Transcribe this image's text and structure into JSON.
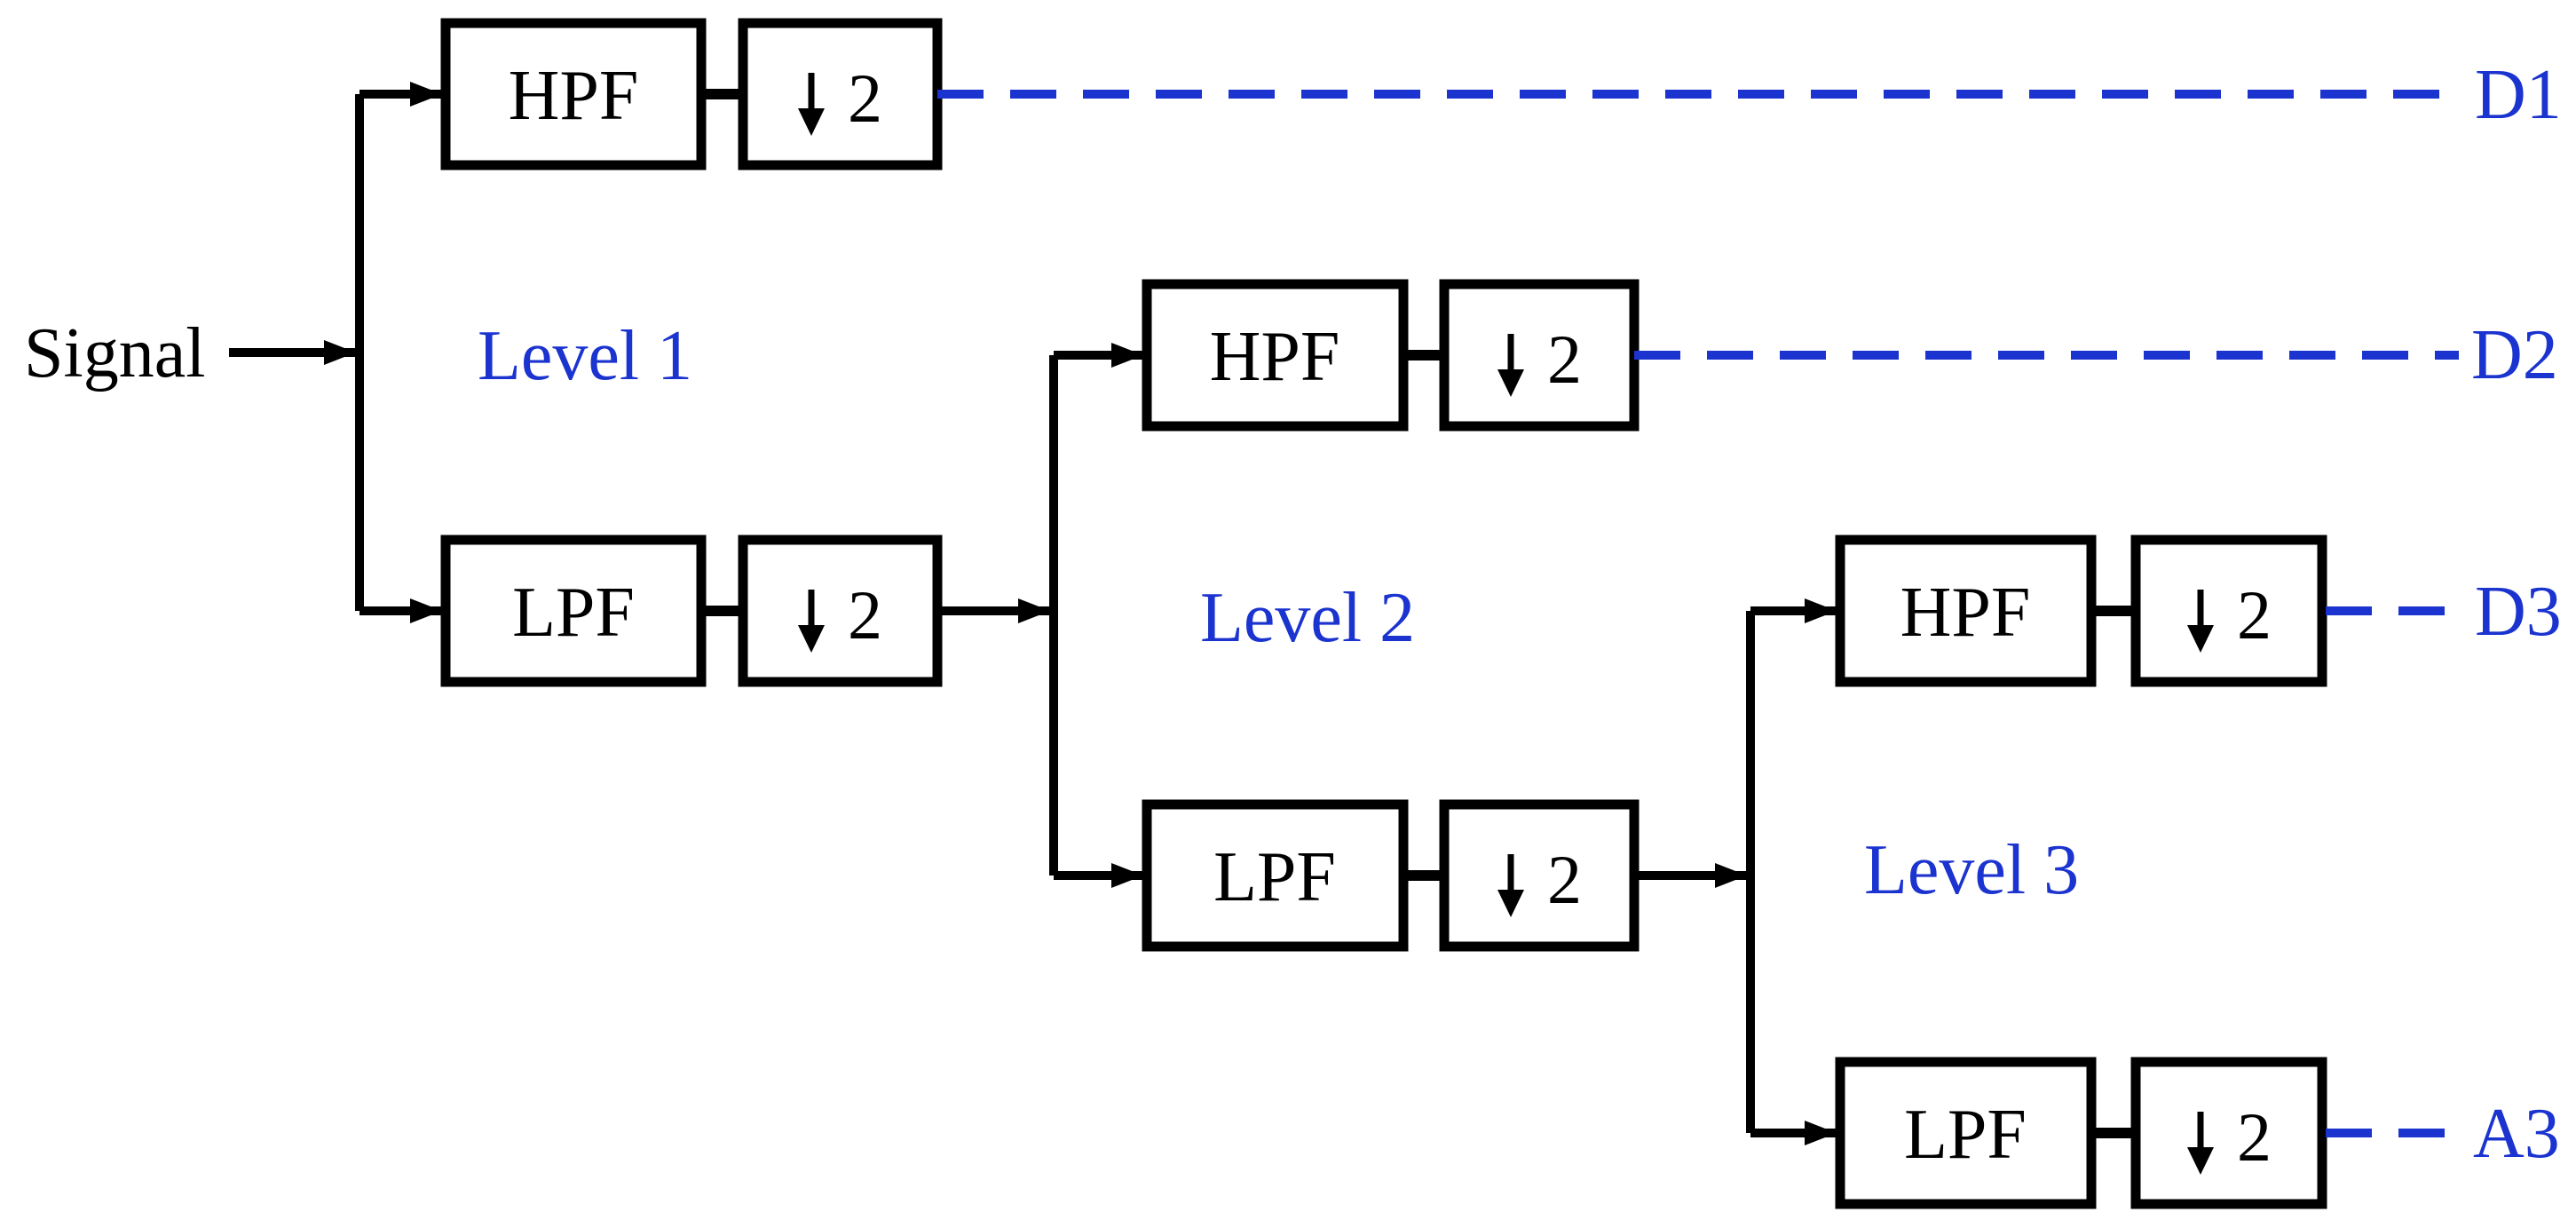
{
  "diagram": {
    "input_label": "Signal",
    "downsample_factor": "2",
    "levels": [
      {
        "label": "Level 1",
        "hpf": "HPF",
        "lpf": "LPF",
        "detail_output": "D1"
      },
      {
        "label": "Level 2",
        "hpf": "HPF",
        "lpf": "LPF",
        "detail_output": "D2"
      },
      {
        "label": "Level 3",
        "hpf": "HPF",
        "lpf": "LPF",
        "detail_output": "D3",
        "approx_output": "A3"
      }
    ],
    "colors": {
      "line": "#000000",
      "blue": "#1b33cf",
      "background": "#ffffff"
    }
  }
}
